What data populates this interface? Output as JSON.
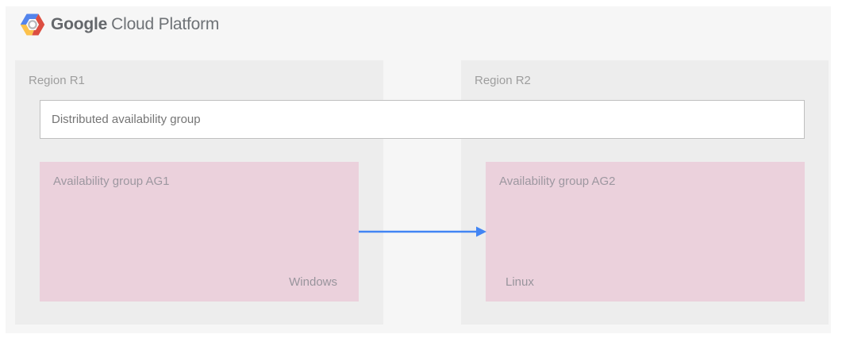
{
  "header": {
    "brand": "Google",
    "product": "Cloud Platform",
    "logo_colors": {
      "blue": "#5384ec",
      "red": "#dc4e41",
      "yellow": "#fcc14b",
      "ring": "#b7b9bc"
    }
  },
  "diagram": {
    "regions": [
      {
        "label": "Region R1"
      },
      {
        "label": "Region R2"
      }
    ],
    "distributed_group": {
      "label": "Distributed availability group"
    },
    "availability_groups": [
      {
        "label": "Availability group AG1",
        "os": "Windows"
      },
      {
        "label": "Availability group AG2",
        "os": "Linux"
      }
    ],
    "arrow": {
      "direction": "left-to-right",
      "color": "#4285f4"
    }
  },
  "colors": {
    "canvas_background": "#f6f6f6",
    "region_background": "#ededed",
    "availability_group_background": "#ebd1dc",
    "distributed_group_background": "#ffffff",
    "distributed_group_border": "#bfbfbf",
    "region_label_text": "#9e9e9e",
    "arrow_blue": "#4285f4"
  }
}
